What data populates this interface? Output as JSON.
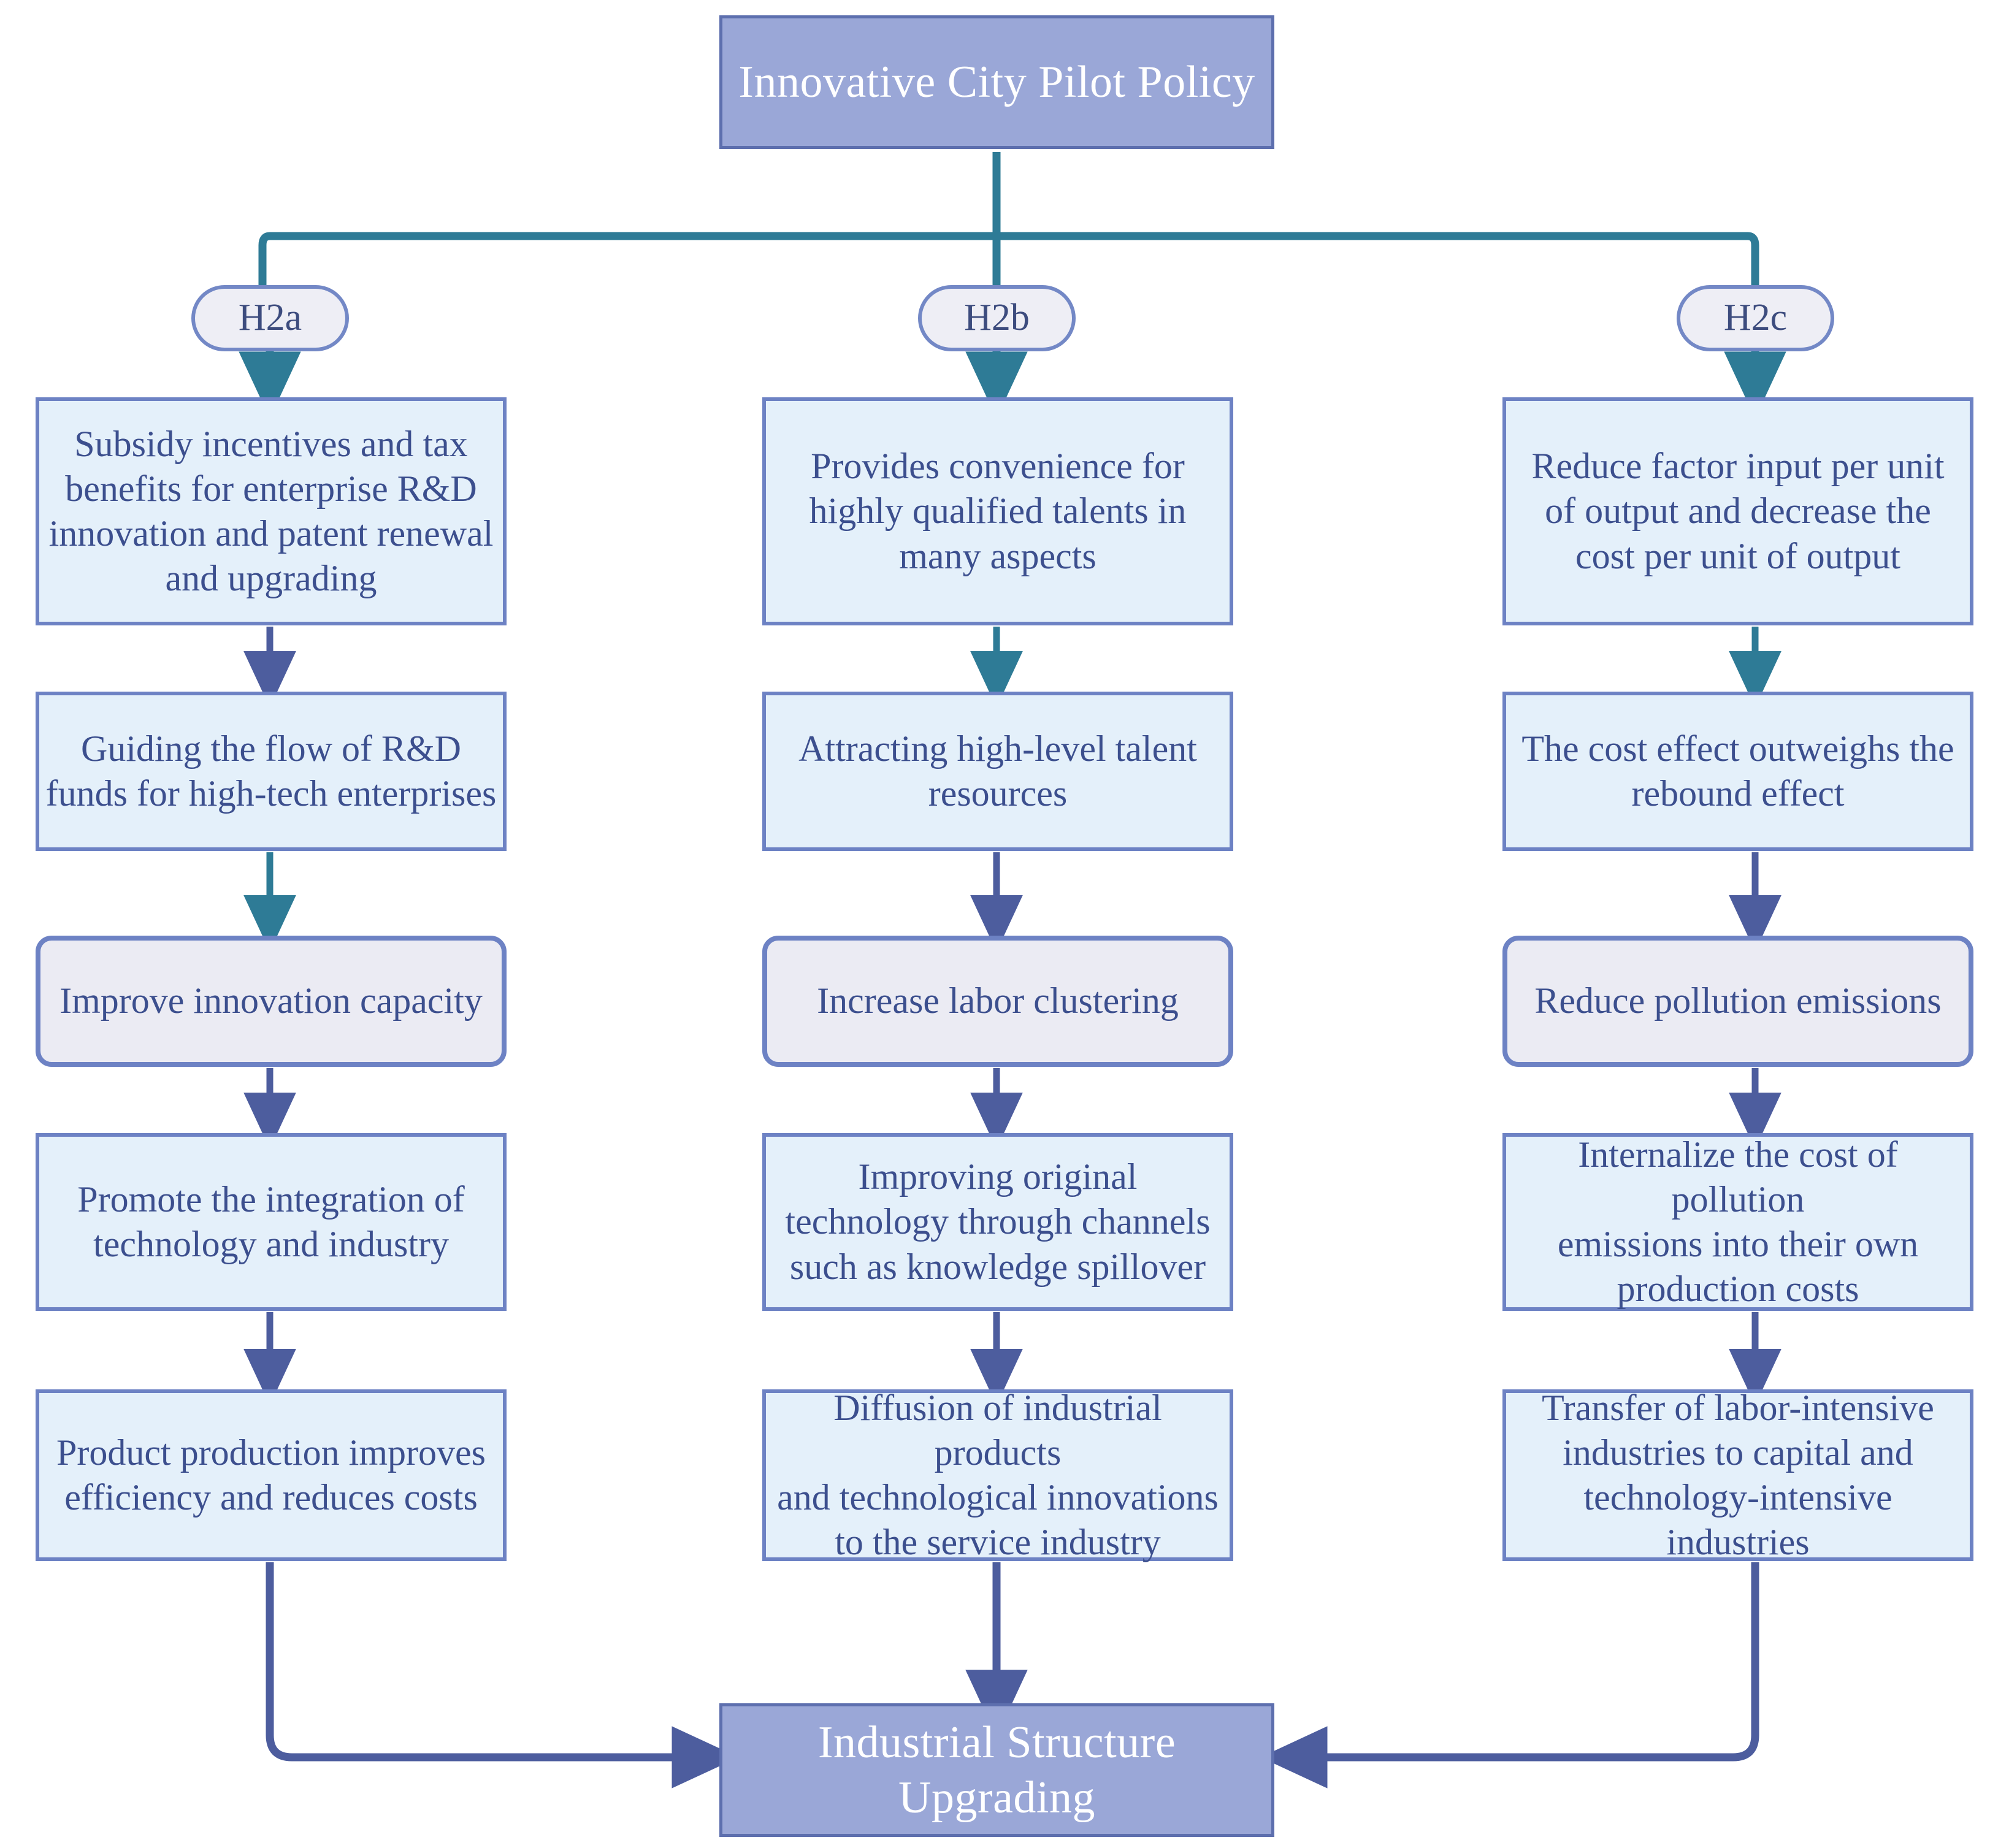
{
  "diagram": {
    "title": "Innovative City Pilot Policy mechanism flowchart",
    "colors": {
      "root_fill": "#9aa7d7",
      "root_border": "#5d6fae",
      "root_text": "#ffffff",
      "step_fill": "#e4f0fa",
      "step_border": "#6d82c4",
      "step_text": "#3c4f8e",
      "outcome_fill": "#ebebf3",
      "hypothesis_fill": "#eeeef5",
      "hypothesis_border": "#7388c6",
      "edge_teal": "#2e7b96",
      "edge_navy": "#4d5d9e",
      "background": "#ffffff"
    },
    "root": {
      "label": "Innovative City Pilot Policy"
    },
    "terminal": {
      "label": "Industrial Structure Upgrading"
    },
    "branches": [
      {
        "id": "H2a",
        "hypothesis_label": "H2a",
        "steps": [
          {
            "label": "Subsidy incentives and tax\nbenefits for enterprise R&D\ninnovation and patent renewal\nand upgrading",
            "kind": "step"
          },
          {
            "label": "Guiding the flow of R&D\nfunds for high-tech enterprises",
            "kind": "step"
          },
          {
            "label": "Improve innovation capacity",
            "kind": "outcome"
          },
          {
            "label": "Promote the integration of\ntechnology and industry",
            "kind": "step"
          },
          {
            "label": "Product production improves\nefficiency and reduces costs",
            "kind": "step"
          }
        ]
      },
      {
        "id": "H2b",
        "hypothesis_label": "H2b",
        "steps": [
          {
            "label": "Provides convenience for\nhighly qualified talents in\nmany aspects",
            "kind": "step"
          },
          {
            "label": "Attracting high-level talent\nresources",
            "kind": "step"
          },
          {
            "label": "Increase labor clustering",
            "kind": "outcome"
          },
          {
            "label": "Improving original\ntechnology through channels\nsuch as knowledge spillover",
            "kind": "step"
          },
          {
            "label": "Diffusion of industrial products\nand technological innovations\nto the service industry",
            "kind": "step"
          }
        ]
      },
      {
        "id": "H2c",
        "hypothesis_label": "H2c",
        "steps": [
          {
            "label": "Reduce factor input per unit\nof output and decrease the\ncost per unit of output",
            "kind": "step"
          },
          {
            "label": "The cost effect outweighs the\nrebound effect",
            "kind": "step"
          },
          {
            "label": "Reduce pollution emissions",
            "kind": "outcome"
          },
          {
            "label": "Internalize the cost of pollution\nemissions into their own\nproduction costs",
            "kind": "step"
          },
          {
            "label": "Transfer of labor-intensive\nindustries to capital and\ntechnology-intensive industries",
            "kind": "step"
          }
        ]
      }
    ]
  }
}
